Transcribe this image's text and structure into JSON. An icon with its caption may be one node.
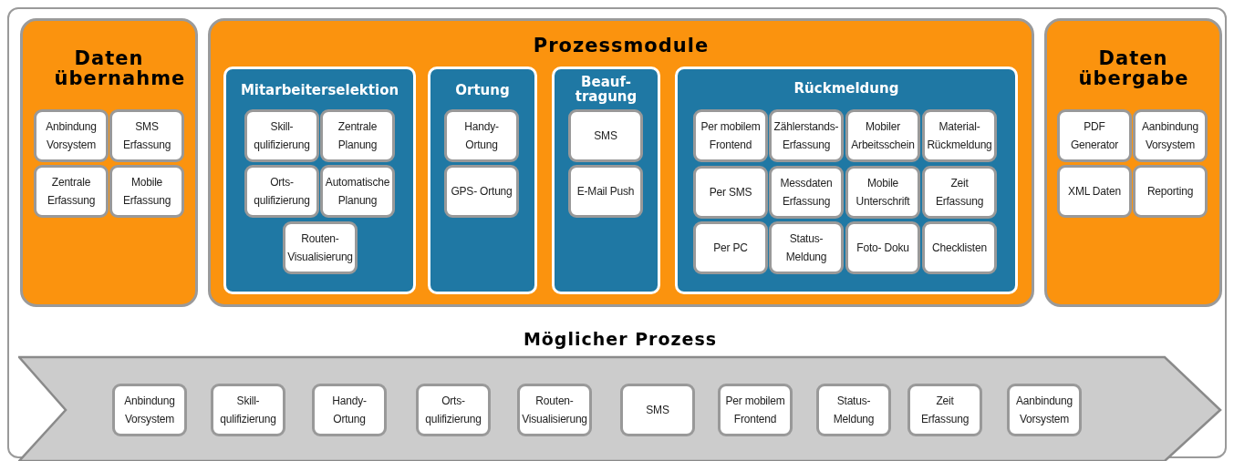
{
  "diagram": {
    "nodes": [
      {
        "text": [
          "Daten übernahme"
        ]
      },
      {
        "text": [
          "Anbindung Vorsystem"
        ],
        "in": 0
      },
      {
        "text": [
          "SMS Erfassung"
        ],
        "in": 0
      },
      {
        "text": [
          "Zentrale Erfassung"
        ],
        "in": 0
      },
      {
        "text": [
          "Mobile Erfassung"
        ],
        "in": 0
      },
      {
        "text": [
          "Prozessmodule"
        ]
      },
      {
        "text": [
          "Mitarbeiterselektion"
        ],
        "in": 5
      },
      {
        "text": [
          "Skill- qulifizierung"
        ],
        "in": 6
      },
      {
        "text": [
          "Zentrale Planung"
        ],
        "in": 6
      },
      {
        "text": [
          "Orts- qulifizierung"
        ],
        "in": 6
      },
      {
        "text": [
          "Automatische Planung"
        ],
        "in": 6
      },
      {
        "text": [
          "Routen- Visualisierung"
        ],
        "in": 6
      },
      {
        "text": [
          "Ortung"
        ],
        "in": 5
      },
      {
        "text": [
          "Handy- Ortung"
        ],
        "in": 12
      },
      {
        "text": [
          "GPS- Ortung"
        ],
        "in": 12
      },
      {
        "text": [
          "Beauf- tragung"
        ],
        "in": 5
      },
      {
        "text": [
          "SMS"
        ],
        "in": 15
      },
      {
        "text": [
          "E-Mail Push"
        ],
        "in": 15
      },
      {
        "text": [
          "Rückmeldung"
        ],
        "in": 5
      },
      {
        "text": [
          "Per mobilem Frontend"
        ],
        "in": 18
      },
      {
        "text": [
          "Zählerstands- Erfassung"
        ],
        "in": 18
      },
      {
        "text": [
          "Mobiler Arbeitsschein"
        ],
        "in": 18
      },
      {
        "text": [
          "Material- Rückmeldung"
        ],
        "in": 18
      },
      {
        "text": [
          "Per SMS"
        ],
        "in": 18
      },
      {
        "text": [
          "Messdaten Erfassung"
        ],
        "in": 18
      },
      {
        "text": [
          "Mobile Unterschrift"
        ],
        "in": 18
      },
      {
        "text": [
          "Zeit Erfassung"
        ],
        "in": 18
      },
      {
        "text": [
          "Per PC"
        ],
        "in": 18
      },
      {
        "text": [
          "Status- Meldung"
        ],
        "in": 18
      },
      {
        "text": [
          "Foto- Doku"
        ],
        "in": 18
      },
      {
        "text": [
          "Checklisten"
        ],
        "in": 18
      },
      {
        "text": [
          "Daten übergabe"
        ]
      },
      {
        "text": [
          "PDF Generator"
        ],
        "in": 31
      },
      {
        "text": [
          "Aanbindung Vorsystem"
        ],
        "in": 31
      },
      {
        "text": [
          "XML Daten"
        ],
        "in": 31
      },
      {
        "text": [
          "Reporting"
        ],
        "in": 31
      },
      {
        "text": [
          "Möglicher Prozess"
        ]
      },
      {
        "text": [
          "Anbindung Vorsystem"
        ],
        "in": 36
      },
      {
        "text": [
          "Skill- qulifizierung"
        ],
        "in": 36
      },
      {
        "text": [
          "Handy- Ortung"
        ],
        "in": 36
      },
      {
        "text": [
          "Orts- qulifizierung"
        ],
        "in": 36
      },
      {
        "text": [
          "Routen- Visualisierung"
        ],
        "in": 36
      },
      {
        "text": [
          "SMS"
        ],
        "in": 36
      },
      {
        "text": [
          "Per mobilem Frontend"
        ],
        "in": 36
      },
      {
        "text": [
          "Status- Meldung"
        ],
        "in": 36
      },
      {
        "text": [
          "Zeit Erfassung"
        ],
        "in": 36
      },
      {
        "text": [
          "Aanbindung Vorsystem"
        ],
        "in": 36
      }
    ]
  }
}
